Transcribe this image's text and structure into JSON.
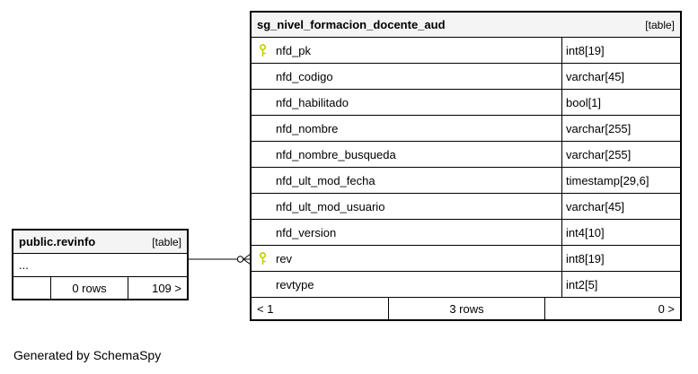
{
  "page": {
    "footer_note": "Generated by SchemaSpy"
  },
  "colors": {
    "header_bg": "#f4f4f4",
    "key_icon": "#c9c900"
  },
  "main_table": {
    "title": "sg_nivel_formacion_docente_aud",
    "tag": "[table]",
    "columns": [
      {
        "name": "nfd_pk",
        "type": "int8[19]",
        "key": true
      },
      {
        "name": "nfd_codigo",
        "type": "varchar[45]",
        "key": false
      },
      {
        "name": "nfd_habilitado",
        "type": "bool[1]",
        "key": false
      },
      {
        "name": "nfd_nombre",
        "type": "varchar[255]",
        "key": false
      },
      {
        "name": "nfd_nombre_busqueda",
        "type": "varchar[255]",
        "key": false
      },
      {
        "name": "nfd_ult_mod_fecha",
        "type": "timestamp[29,6]",
        "key": false
      },
      {
        "name": "nfd_ult_mod_usuario",
        "type": "varchar[45]",
        "key": false
      },
      {
        "name": "nfd_version",
        "type": "int4[10]",
        "key": false
      },
      {
        "name": "rev",
        "type": "int8[19]",
        "key": true
      },
      {
        "name": "revtype",
        "type": "int2[5]",
        "key": false
      }
    ],
    "footer": {
      "left": "< 1",
      "center": "3 rows",
      "right": "0 >"
    }
  },
  "revinfo_table": {
    "title": "public.revinfo",
    "tag": "[table]",
    "ellipsis": "...",
    "footer": {
      "left": "",
      "center": "0 rows",
      "right": "109 >"
    }
  }
}
